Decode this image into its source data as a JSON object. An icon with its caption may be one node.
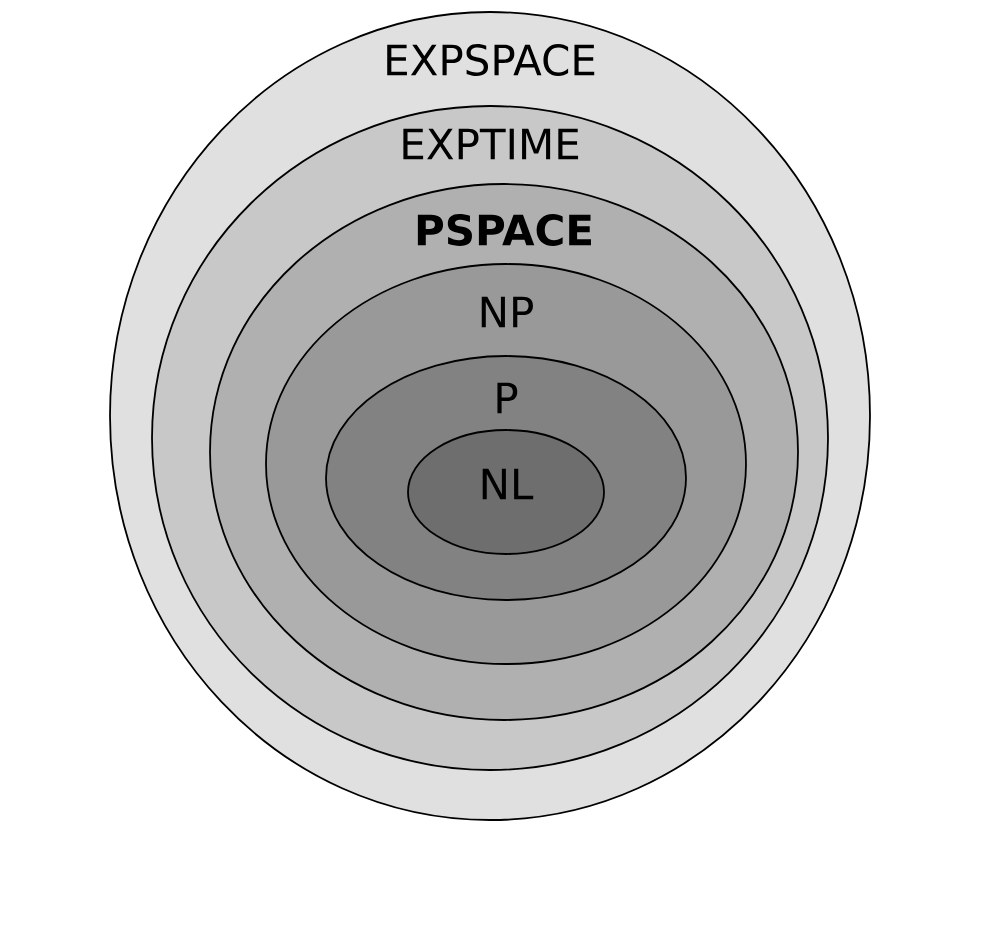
{
  "diagram": {
    "nodes": [
      {
        "text": [
          "EXPSPACE"
        ]
      },
      {
        "text": [
          "EXPTIME"
        ],
        "in": 0
      },
      {
        "text": [
          "PSPACE"
        ],
        "in": 1
      },
      {
        "text": [
          "NP"
        ],
        "in": 2
      },
      {
        "text": [
          "P"
        ],
        "in": 3
      },
      {
        "text": [
          "NL"
        ],
        "in": 4
      }
    ]
  }
}
